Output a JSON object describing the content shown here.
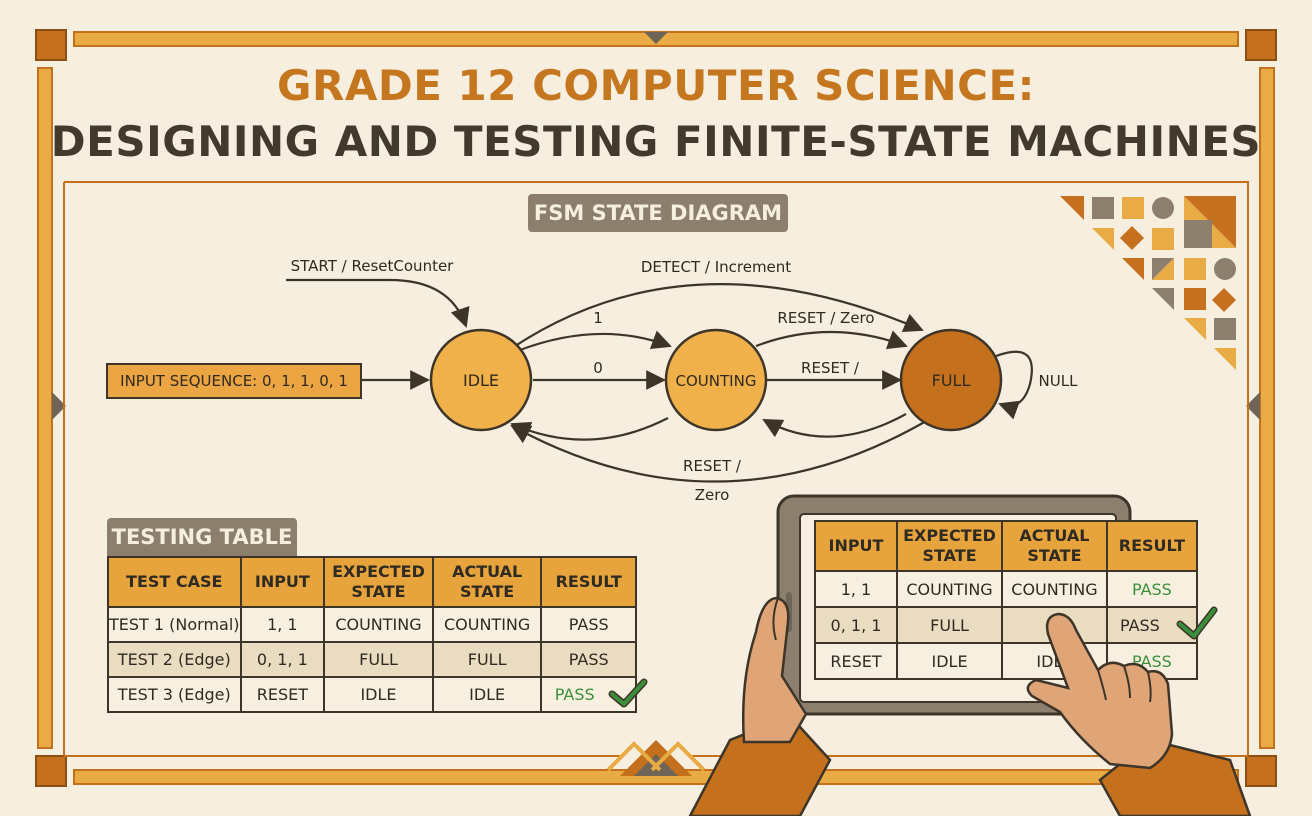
{
  "title": {
    "line1": "GRADE 12 COMPUTER SCIENCE:",
    "line2": "DESIGNING AND TESTING FINITE-STATE MACHINES"
  },
  "diagram": {
    "heading": "FSM STATE DIAGRAM",
    "input_box": "INPUT SEQUENCE: 0, 1, 1, 0, 1",
    "states": {
      "idle": "IDLE",
      "counting": "COUNTING",
      "full": "FULL"
    },
    "transitions": {
      "start": "START / ResetCounter",
      "detect": "DETECT / Increment",
      "idle_counting_top": "1",
      "idle_counting_mid": "0",
      "counting_full_top": "RESET / Zero",
      "counting_full_mid": "RESET /",
      "full_self": "NULL",
      "full_idle_line1": "RESET /",
      "full_idle_line2": "Zero"
    },
    "colors": {
      "idle": "#f0b04a",
      "counting": "#f0b04a",
      "full": "#c4701d",
      "stroke": "#3d3529",
      "input_box": "#eca543"
    }
  },
  "testing_table": {
    "heading": "TESTING TABLE",
    "headers": [
      "TEST CASE",
      "INPUT",
      "EXPECTED STATE",
      "ACTUAL STATE",
      "RESULT"
    ],
    "rows": [
      [
        "TEST 1 (Normal)",
        "1, 1",
        "COUNTING",
        "COUNTING",
        "PASS"
      ],
      [
        "TEST 2 (Edge)",
        "0, 1, 1",
        "FULL",
        "FULL",
        "PASS"
      ],
      [
        "TEST 3 (Edge)",
        "RESET",
        "IDLE",
        "IDLE",
        "PASS"
      ]
    ]
  },
  "tablet_table": {
    "headers": [
      "INPUT",
      "EXPECTED STATE",
      "ACTUAL STATE",
      "RESULT"
    ],
    "rows": [
      [
        "1, 1",
        "COUNTING",
        "COUNTING",
        "PASS"
      ],
      [
        "0, 1, 1",
        "FULL",
        "",
        "PASS"
      ],
      [
        "RESET",
        "IDLE",
        "IDLE",
        "PASS"
      ]
    ]
  },
  "palette": {
    "accent": "#e8a43c",
    "dark_accent": "#c4701d",
    "frame": "#e3a13f",
    "background": "#f6efdf",
    "pass_green": "#3c8f3a"
  }
}
